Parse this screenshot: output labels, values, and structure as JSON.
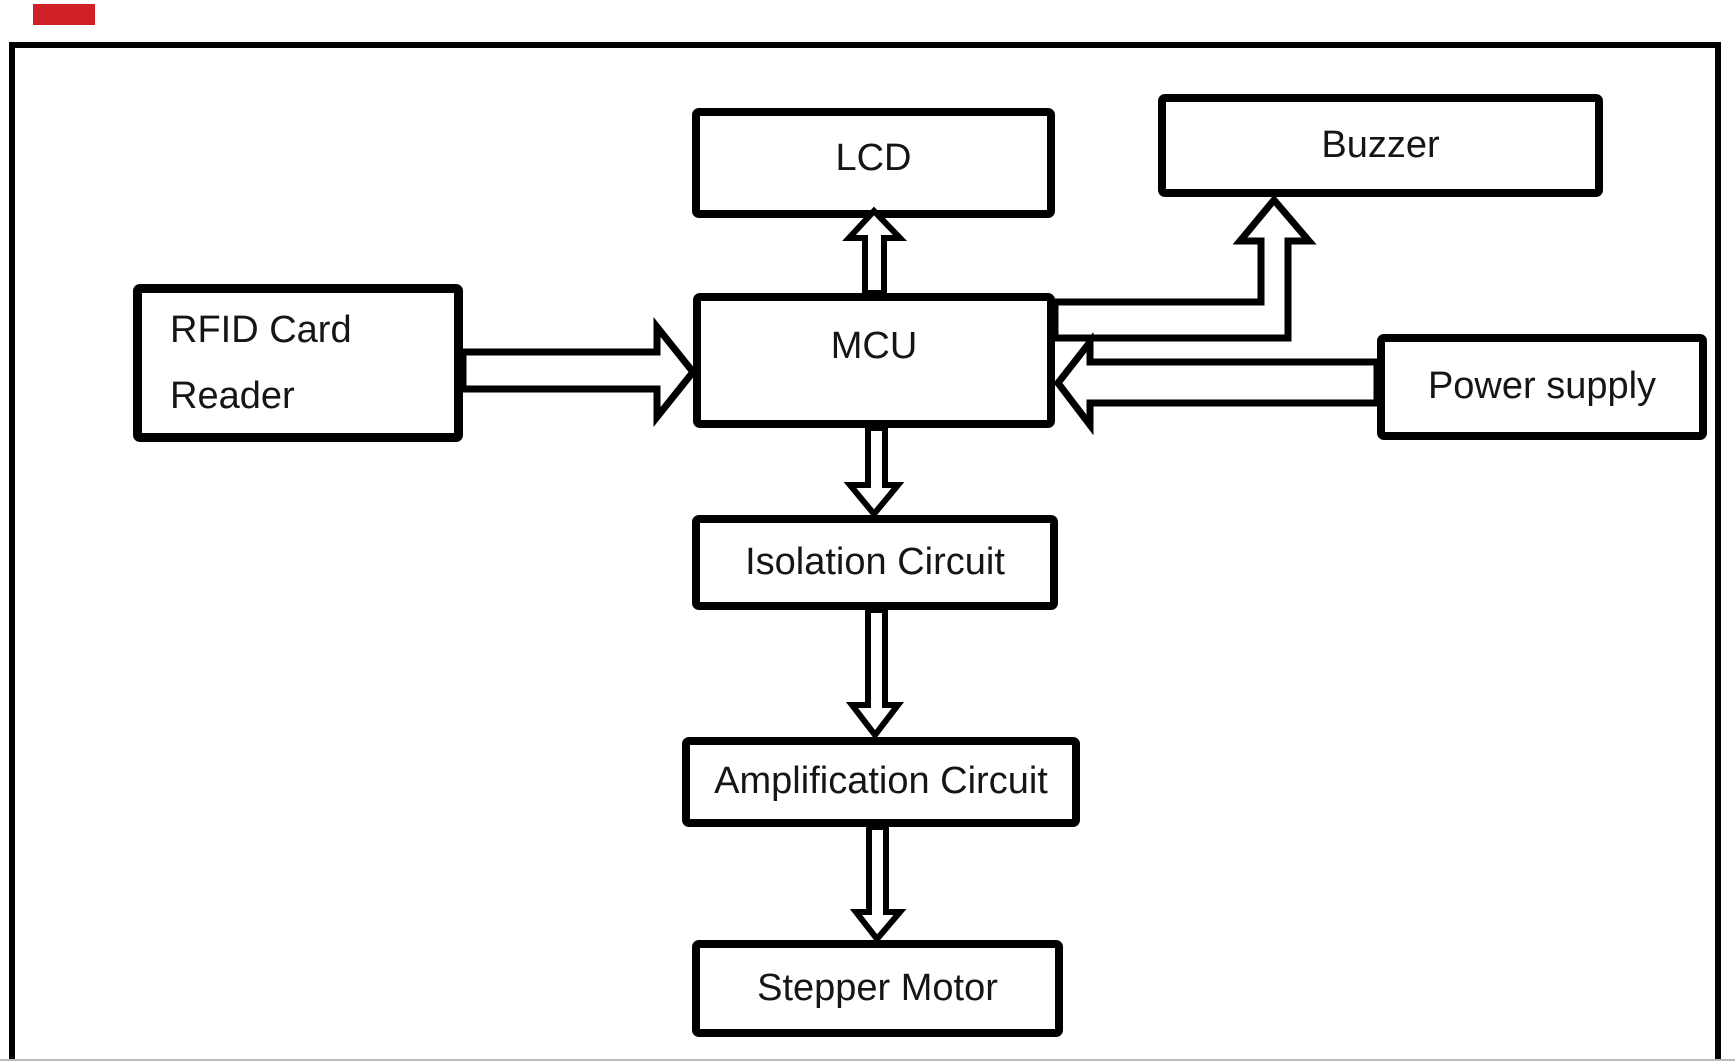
{
  "diagram": {
    "boxes": {
      "lcd": {
        "label": "LCD"
      },
      "buzzer": {
        "label": "Buzzer"
      },
      "rfid": {
        "line1": "RFID Card",
        "line2": "Reader"
      },
      "mcu": {
        "label": "MCU"
      },
      "power": {
        "label": "Power supply"
      },
      "isolation": {
        "label": "Isolation Circuit"
      },
      "amplification": {
        "label": "Amplification Circuit"
      },
      "stepper": {
        "label": "Stepper Motor"
      }
    },
    "connections": [
      {
        "from": "RFID Card Reader",
        "to": "MCU",
        "style": "hollow-arrow",
        "direction": "right"
      },
      {
        "from": "MCU",
        "to": "LCD",
        "style": "hollow-arrow",
        "direction": "up"
      },
      {
        "from": "MCU",
        "to": "Buzzer",
        "style": "hollow-bent-arrow",
        "direction": "right-then-up"
      },
      {
        "from": "Power supply",
        "to": "MCU",
        "style": "hollow-arrow",
        "direction": "left"
      },
      {
        "from": "MCU",
        "to": "Isolation Circuit",
        "style": "hollow-arrow",
        "direction": "down"
      },
      {
        "from": "Isolation Circuit",
        "to": "Amplification Circuit",
        "style": "hollow-arrow",
        "direction": "down"
      },
      {
        "from": "Amplification Circuit",
        "to": "Stepper Motor",
        "style": "hollow-arrow",
        "direction": "down"
      }
    ],
    "colors": {
      "line": "#000000",
      "box_fill": "#ffffff",
      "background": "#ffffff",
      "corner_marker_red": "#d02027"
    }
  }
}
